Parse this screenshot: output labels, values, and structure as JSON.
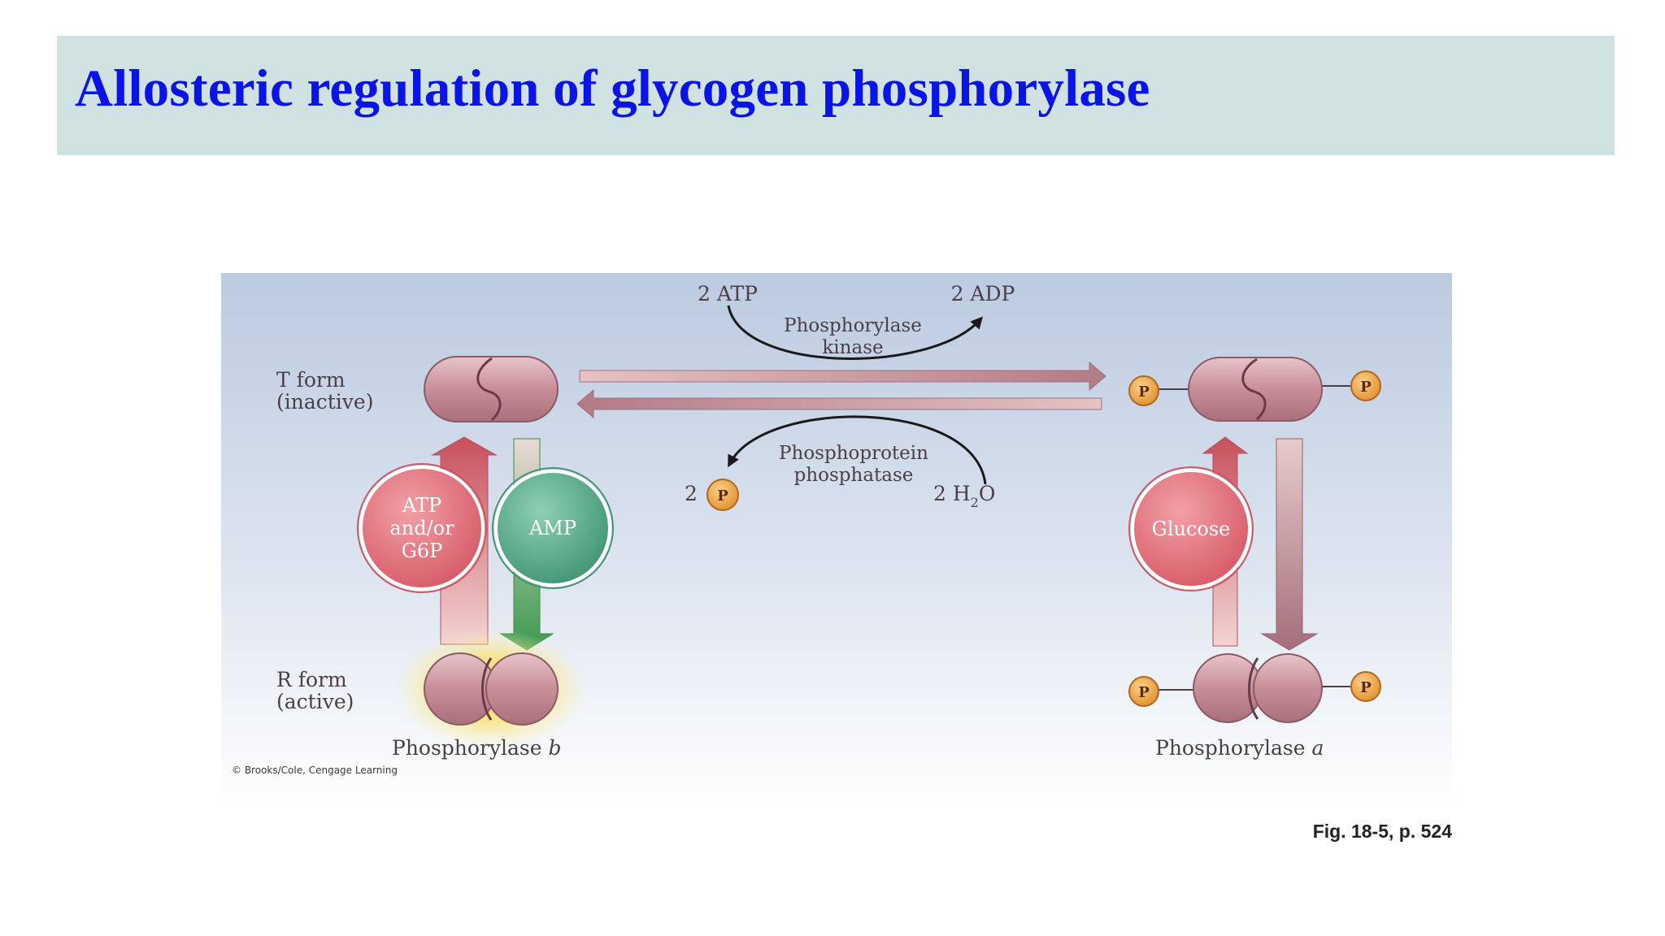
{
  "slide": {
    "title": "Allosteric regulation of glycogen phosphorylase"
  },
  "diagram": {
    "atp_label": "2 ATP",
    "adp_label": "2 ADP",
    "kinase_line1": "Phosphorylase",
    "kinase_line2": "kinase",
    "phosphatase_line1": "Phosphoprotein",
    "phosphatase_line2": "phosphatase",
    "pi_count": "2",
    "phosphate_symbol": "P",
    "water_prefix": "2 H",
    "water_sub": "2",
    "water_suffix": "O",
    "t_form_line1": "T form",
    "t_form_line2": "(inactive)",
    "r_form_line1": "R form",
    "r_form_line2": "(active)",
    "atp_g6p_line1": "ATP",
    "atp_g6p_line2": "and/or",
    "atp_g6p_line3": "G6P",
    "amp_label": "AMP",
    "glucose_label": "Glucose",
    "phosphorylase_b_name": "Phosphorylase ",
    "phosphorylase_b_letter": "b",
    "phosphorylase_a_name": "Phosphorylase ",
    "phosphorylase_a_letter": "a",
    "credit": "© Brooks/Cole, Cengage Learning"
  },
  "figure_ref": "Fig. 18-5, p. 524",
  "colors": {
    "title_text": "#0a14e6",
    "title_bg": "#cfe1e1",
    "enzyme_fill": "#c88e98",
    "phosphate_fill": "#eea444",
    "red_circle": "#e06a74",
    "green_circle": "#52a886"
  }
}
